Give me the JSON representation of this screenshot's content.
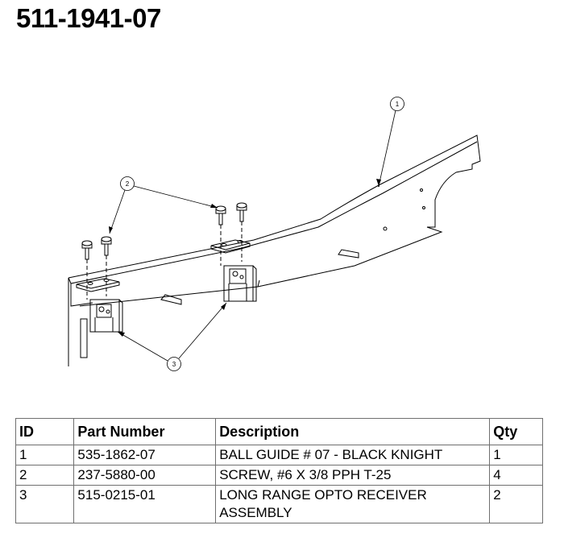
{
  "title": "511-1941-07",
  "diagram": {
    "callouts": [
      "1",
      "2",
      "3"
    ]
  },
  "table": {
    "headers": [
      "ID",
      "Part Number",
      "Description",
      "Qty"
    ],
    "rows": [
      [
        "1",
        "535-1862-07",
        "BALL GUIDE # 07 - BLACK KNIGHT",
        "1"
      ],
      [
        "2",
        "237-5880-00",
        "SCREW, #6 X 3/8 PPH T-25",
        "4"
      ],
      [
        "3",
        "515-0215-01",
        "LONG RANGE OPTO RECEIVER ASSEMBLY",
        "2"
      ]
    ]
  }
}
